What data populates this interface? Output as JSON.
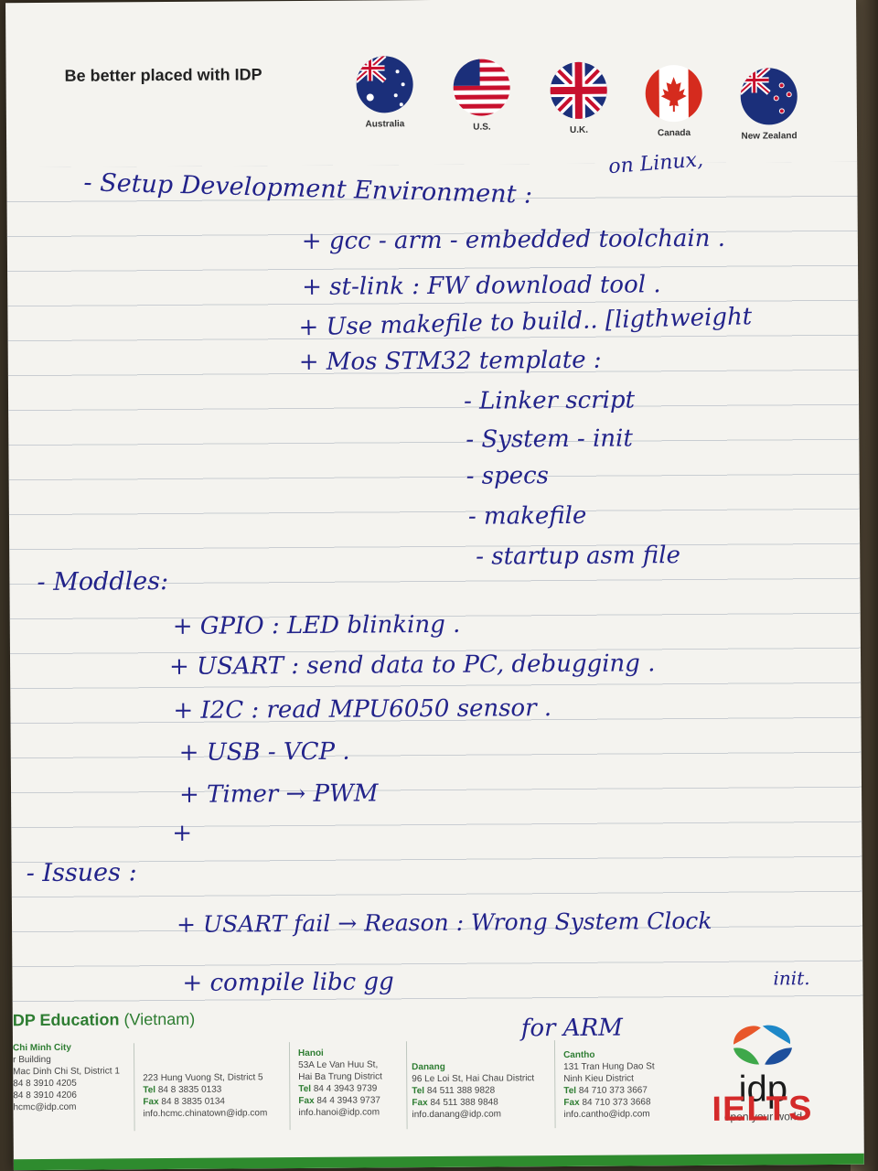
{
  "header": {
    "title": "Be better placed with IDP",
    "flags": [
      {
        "country": "Australia",
        "icon": "australia-flag-icon"
      },
      {
        "country": "U.S.",
        "icon": "us-flag-icon"
      },
      {
        "country": "U.K.",
        "icon": "uk-flag-icon"
      },
      {
        "country": "Canada",
        "icon": "canada-flag-icon"
      },
      {
        "country": "New Zealand",
        "icon": "new-zealand-flag-icon"
      }
    ]
  },
  "notes": {
    "on_linux": "on Linux,",
    "setup_heading": "- Setup Development Environment :",
    "setup_items": [
      "+ gcc - arm - embedded toolchain .",
      "+ st-link : FW download tool .",
      "+ Use makefile to build.. [ligthweight",
      "+ Mos STM32 template :"
    ],
    "template_items": [
      "- Linker script",
      "- System - init",
      "- specs",
      "- makefile",
      "- startup asm file"
    ],
    "modules_heading": "- Moddles:",
    "module_items": [
      "+ GPIO : LED blinking .",
      "+ USART : send data to PC, debugging .",
      "+ I2C : read MPU6050 sensor .",
      "+ USB - VCP .",
      "+ Timer → PWM",
      "+"
    ],
    "issues_heading": "- Issues :",
    "issue_items": [
      "+ USART fail → Reason : Wrong System Clock",
      "init.",
      "+ compile libc gg",
      "for ARM"
    ]
  },
  "footer": {
    "brand": "DP Education",
    "brand_sub": "(Vietnam)",
    "offices": [
      {
        "city": "Chi Minh City",
        "lines": [
          "r Building",
          "Mac Dinh Chi St, District 1"
        ],
        "tel": "84 8 3910 4205",
        "fax": "84 8 3910 4206",
        "email": "hcmc@idp.com"
      },
      {
        "city": "",
        "lines": [
          "223 Hung Vuong St, District 5"
        ],
        "tel": "84 8 3835 0133",
        "fax": "84 8 3835 0134",
        "email": "info.hcmc.chinatown@idp.com"
      },
      {
        "city": "Hanoi",
        "lines": [
          "53A Le Van Huu St,",
          "Hai Ba Trung District"
        ],
        "tel": "84 4 3943 9739",
        "fax": "84 4 3943 9737",
        "email": "info.hanoi@idp.com"
      },
      {
        "city": "Danang",
        "lines": [
          "96 Le Loi St, Hai Chau District"
        ],
        "tel": "84 511 388 9828",
        "fax": "84 511 388 9848",
        "email": "info.danang@idp.com"
      },
      {
        "city": "Cantho",
        "lines": [
          "131 Tran Hung Dao St",
          "Ninh Kieu District"
        ],
        "tel": "84 710 373 3667",
        "fax": "84 710 373 3668",
        "email": "info.cantho@idp.com"
      }
    ],
    "tel_label": "Tel",
    "fax_label": "Fax",
    "logo_word": "idp",
    "tagline": "open your world",
    "ielts": "IELTS"
  }
}
